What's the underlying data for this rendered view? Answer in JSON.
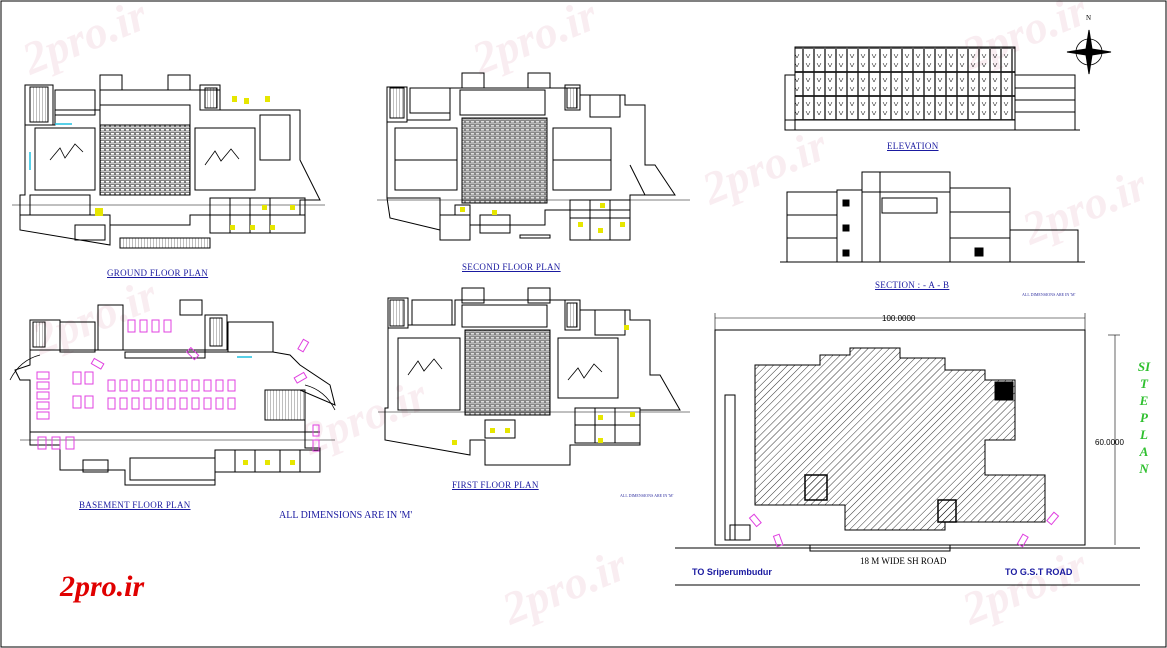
{
  "watermark_text": "2pro.ir",
  "drawings": {
    "ground_floor": "GROUND FLOOR PLAN",
    "second_floor": "SECOND FLOOR PLAN",
    "basement_floor": "BASEMENT FLOOR PLAN",
    "first_floor": "FIRST FLOOR PLAN",
    "elevation": "ELEVATION",
    "section": "SECTION : - A - B",
    "site_plan": "SITE PLAN"
  },
  "notes": {
    "dimensions": "ALL DIMENSIONS ARE IN 'M'",
    "dimensions_small": "ALL DIMENSIONS ARE IN 'M'"
  },
  "site": {
    "width_dim": "100.0000",
    "depth_dim": "60.0000",
    "road": "18 M WIDE SH ROAD",
    "road_left": "TO Sriperumbudur",
    "road_right": "TO G.S.T ROAD"
  },
  "compass": {
    "north": "N"
  },
  "colors": {
    "label": "#1a1aa0",
    "car": "#e040e0",
    "furniture": "#e6e600",
    "site_text": "#30c030",
    "logo": "#e00000"
  }
}
